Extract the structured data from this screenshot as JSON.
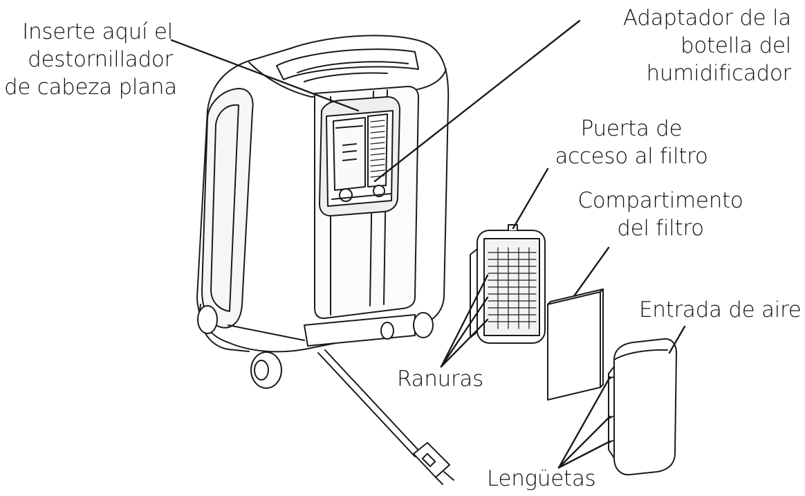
{
  "callouts": {
    "screwdriver": {
      "lines": [
        "Inserte aquí el",
        "destornillador",
        "de cabeza plana"
      ]
    },
    "humidifier_adapter": {
      "lines": [
        "Adaptador de la",
        "botella del",
        "humidificador"
      ]
    },
    "filter_door": {
      "lines": [
        "Puerta de",
        "acceso al filtro"
      ]
    },
    "filter_compartment": {
      "lines": [
        "Compartimento",
        "del filtro"
      ]
    },
    "air_inlet": {
      "lines": [
        "Entrada de aire"
      ]
    },
    "slots": {
      "lines": [
        "Ranuras"
      ]
    },
    "tabs": {
      "lines": [
        "Lengüetas"
      ]
    }
  },
  "colors": {
    "line": "#1a1a1a",
    "fill": "#ffffff",
    "panel": "#f0f0f0",
    "text": "#111111"
  }
}
